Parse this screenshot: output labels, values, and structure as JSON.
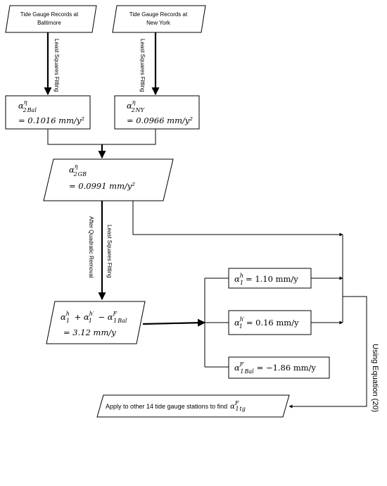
{
  "sources": {
    "baltimore": "Tide Gauge Records at Baltimore",
    "newyork": "Tide Gauge Records at New York"
  },
  "edge_labels": {
    "lsf_left": "Least Squares Fitting",
    "lsf_right": "Least Squares Fitting",
    "lsf_center": "Least Squares Fitting",
    "after_removal": "After Quadratic Removal",
    "using_equation": "Using Equation (20)"
  },
  "boxes": {
    "bal_eq": "= 0.1016 mm/y²",
    "ny_eq": "= 0.0966 mm/y²",
    "gb_eq": "= 0.0991 mm/y²",
    "sum_eq": "= 3.12 mm/y",
    "h_val": "= 1.10 mm/y",
    "hprime_val": "= 0.16 mm/y",
    "fbal_val": "= −1.86 mm/y"
  },
  "apply": {
    "text": "Apply to other 14 tide gauge stations to find"
  }
}
